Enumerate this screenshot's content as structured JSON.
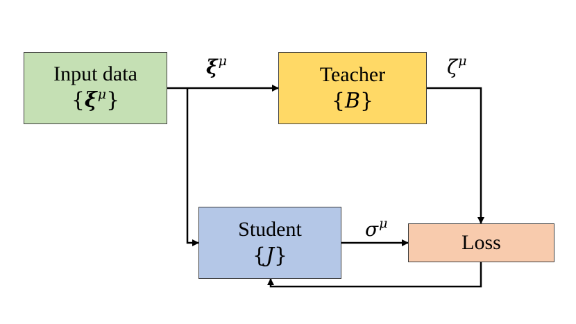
{
  "nodes": {
    "input": {
      "title": "Input data",
      "set_open": "{",
      "set_symbol": "ξ",
      "set_sup": "μ",
      "set_close": "}",
      "color": "#c5e0b4"
    },
    "teacher": {
      "title": "Teacher",
      "set_open": "{",
      "set_symbol": "B",
      "set_close": "}",
      "color": "#ffd966"
    },
    "student": {
      "title": "Student",
      "set_open": "{",
      "set_symbol": "J",
      "set_close": "}",
      "color": "#b4c7e7"
    },
    "loss": {
      "title": "Loss",
      "color": "#f8cbad"
    }
  },
  "edges": {
    "input_to_teacher": {
      "symbol": "ξ",
      "sup": "μ"
    },
    "teacher_to_loss": {
      "symbol": "ζ",
      "sup": "μ"
    },
    "student_to_loss": {
      "symbol": "σ",
      "sup": "μ"
    }
  },
  "line_color": "#000000"
}
